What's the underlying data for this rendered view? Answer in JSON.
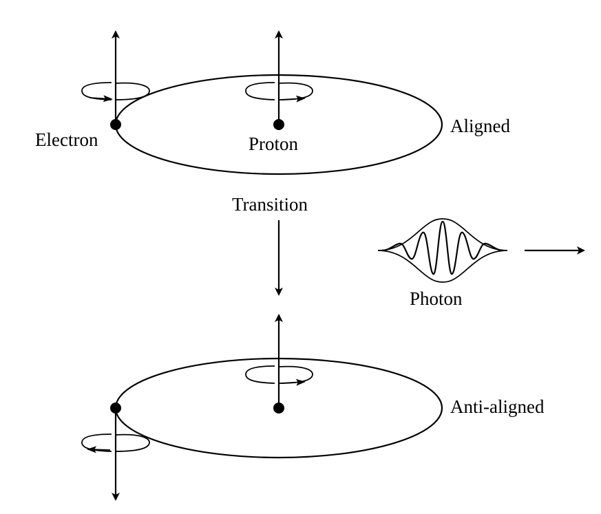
{
  "labels": {
    "electron": "Electron",
    "proton": "Proton",
    "aligned": "Aligned",
    "transition": "Transition",
    "photon": "Photon",
    "anti_aligned": "Anti-aligned"
  }
}
